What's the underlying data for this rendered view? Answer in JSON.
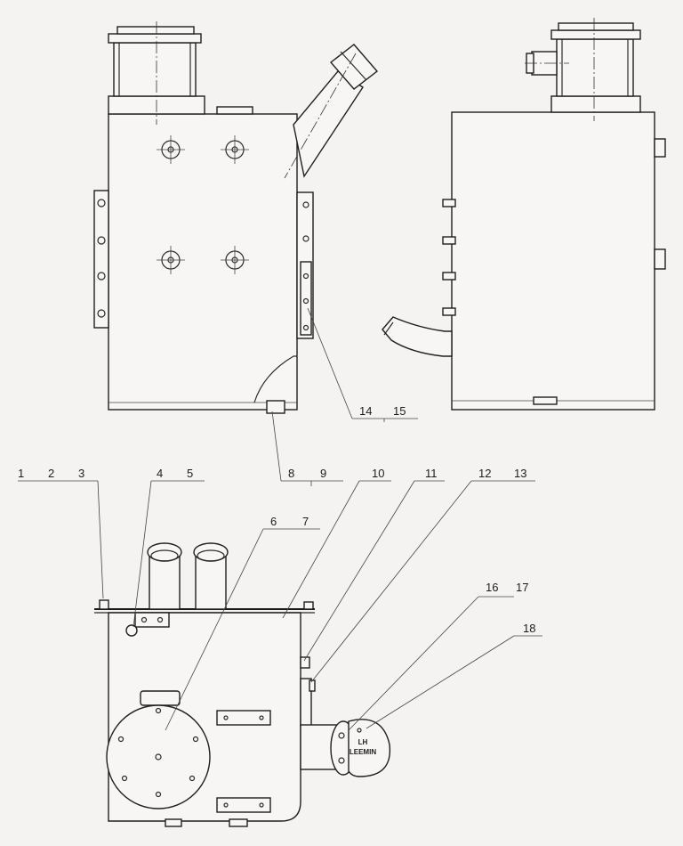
{
  "part_numbers": [
    "1",
    "2",
    "3",
    "4",
    "5",
    "6",
    "7",
    "8",
    "9",
    "10",
    "11",
    "12",
    "13",
    "14",
    "15",
    "16",
    "17",
    "18"
  ],
  "nameplate": {
    "line1": "LH",
    "line2": "LEEMIN"
  },
  "colors": {
    "ink": "#1f1f1f",
    "paper": "#f4f3f1"
  }
}
